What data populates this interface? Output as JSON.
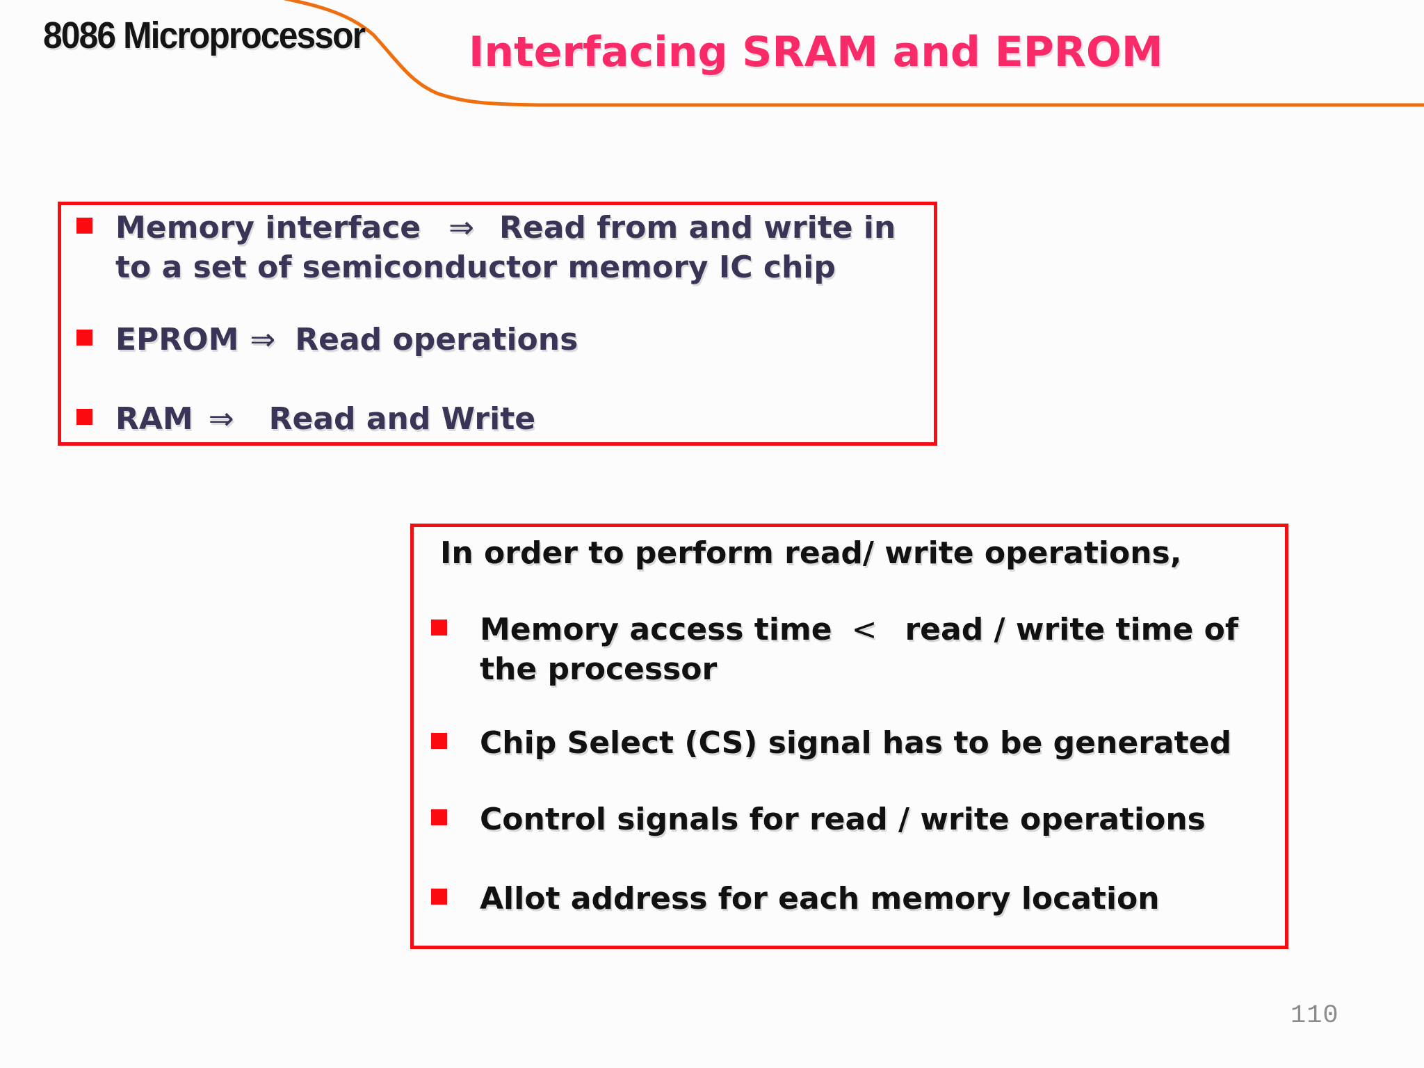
{
  "slide": {
    "course_title": "8086 Microprocessor",
    "title": "Interfacing SRAM and EPROM",
    "page_number": "110"
  },
  "box1": {
    "items": [
      {
        "pre": "Memory interface",
        "arrow": "⇒",
        "post": "Read from and write in",
        "line2": "to a set of semiconductor memory IC chip"
      },
      {
        "pre": "EPROM",
        "arrow": "⇒",
        "post": "Read operations"
      },
      {
        "pre": "RAM",
        "arrow": "⇒",
        "post": "Read and Write"
      }
    ]
  },
  "box2": {
    "intro": "In order to perform read/ write operations,",
    "items": [
      {
        "pre": "Memory access time",
        "symbol": "<",
        "post": "read / write time of",
        "line2": "the processor"
      },
      {
        "text": "Chip Select (CS) signal has to be generated"
      },
      {
        "text": "Control signals for read / write operations"
      },
      {
        "text": "Allot address for each memory location"
      }
    ]
  },
  "icons": {
    "bullet": "red-square-bullet"
  },
  "colors": {
    "title_pink": "#f92a67",
    "box_border_red": "#f20f13",
    "bullet_red": "#fb0a10",
    "body_navy": "#3a3456",
    "body_black": "#111111",
    "curve_orange": "#ee6f10",
    "page_number_gray": "#8c8c8c",
    "background": "#fdfcfc"
  }
}
